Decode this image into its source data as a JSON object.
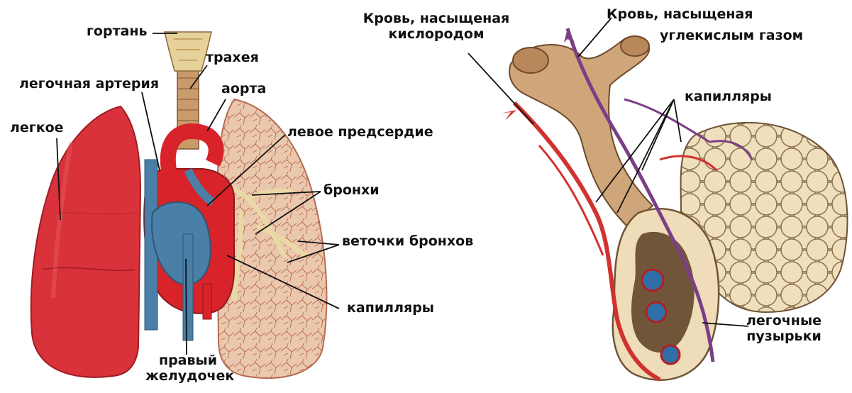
{
  "labels": {
    "larynx": "гортань",
    "trachea": "трахея",
    "pulmonary_artery": "легочная артерия",
    "aorta": "аорта",
    "lung": "легкое",
    "left_atrium": "левое предсердие",
    "bronchi": "бронхи",
    "bronchioles": "веточки бронхов",
    "capillaries_left": "капилляры",
    "right_ventricle_line1": "правый",
    "right_ventricle_line2": "желудочек",
    "oxygen_blood_line1": "Кровь, насыщеная",
    "oxygen_blood_line2": "кислородом",
    "co2_blood_line1": "Кровь, насыщеная",
    "co2_blood_line2": "углекислым газом",
    "capillaries_right": "капилляры",
    "alveoli_line1": "легочные",
    "alveoli_line2": "пузырьки"
  },
  "colors": {
    "lung_red": "#d9323a",
    "lung_dark": "#a71f27",
    "lung_tissue": "#e9c3a8",
    "heart_red": "#d8232a",
    "vein_blue": "#4a7fa8",
    "airway_tan": "#d7c29a",
    "alveoli_fill": "#ecd9b4",
    "artery_red": "#d2322f",
    "vein_purple": "#7a3f86",
    "leader_line": "#111111"
  }
}
